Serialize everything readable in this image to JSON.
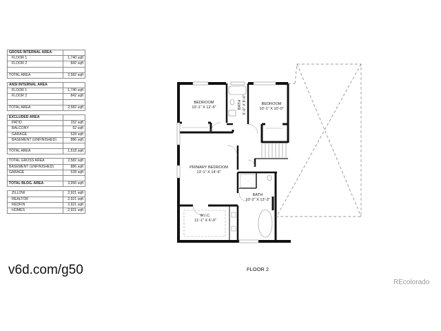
{
  "tables": [
    {
      "title": "GROSS INTERNAL AREA",
      "rows": [
        {
          "label": "FLOOR 1",
          "value": "1,740 sqft"
        },
        {
          "label": "FLOOR 2",
          "value": "842 sqft"
        },
        {
          "label": "",
          "value": ""
        },
        {
          "label": "TOTAL AREA",
          "value": "2,582 sqft"
        }
      ]
    },
    {
      "title": "ANSI INTERNAL AREA",
      "rows": [
        {
          "label": "FLOOR 1",
          "value": "1,740 sqft"
        },
        {
          "label": "FLOOR 2",
          "value": "842 sqft"
        },
        {
          "label": "",
          "value": ""
        },
        {
          "label": "TOTAL AREA",
          "value": "2,582 sqft"
        }
      ]
    },
    {
      "title": "EXCLUDED AREA",
      "rows": [
        {
          "label": "PATIO",
          "value": "152 sqft"
        },
        {
          "label": "BALCONY",
          "value": "52 sqft"
        },
        {
          "label": "GARAGE",
          "value": "528 sqft"
        },
        {
          "label": "BASEMENT (UNFINISHED)",
          "value": "886 sqft"
        },
        {
          "label": "",
          "value": ""
        },
        {
          "label": "TOTAL AREA",
          "value": "1,618 sqft"
        }
      ]
    },
    {
      "rows": [
        {
          "label": "TOTAL GROSS AREA",
          "value": "2,582 sqft"
        },
        {
          "label": "BASEMENT (UNFINISHED)",
          "value": "886 sqft"
        },
        {
          "label": "GARAGE",
          "value": "528 sqft"
        },
        {
          "label": "",
          "value": ""
        },
        {
          "label": "TOTAL BLDG. AREA",
          "value": "3,996 sqft"
        }
      ]
    },
    {
      "rows": [
        {
          "label": "ZILLOW",
          "value": "2,921 sqft"
        },
        {
          "label": "REALTOR",
          "value": "2,921 sqft"
        },
        {
          "label": "REDFIN",
          "value": "2,921 sqft"
        },
        {
          "label": "HOMES",
          "value": "2,921 sqft"
        }
      ]
    }
  ],
  "footer": {
    "link": "v6d.com/g50",
    "floor_label": "FLOOR 2",
    "brand": "REcolorado"
  },
  "rooms": {
    "bedroom1": {
      "name": "BEDROOM",
      "dims": "10'-1\" X 12'-5\""
    },
    "bath1": {
      "name": "BATH",
      "dims": "5'-0\" X 9'-0\""
    },
    "bedroom2": {
      "name": "BEDROOM",
      "dims": "10'-1\" X 10'-0\""
    },
    "primary": {
      "name": "PRIMARY BEDROOM",
      "dims": "13'-1\" X 14'-6\""
    },
    "bath2": {
      "name": "BATH",
      "dims": "10'-2\" X 13'-3\""
    },
    "wic": {
      "name": "W.I.C.",
      "dims": "11'-1\" X 6'-0\""
    }
  }
}
